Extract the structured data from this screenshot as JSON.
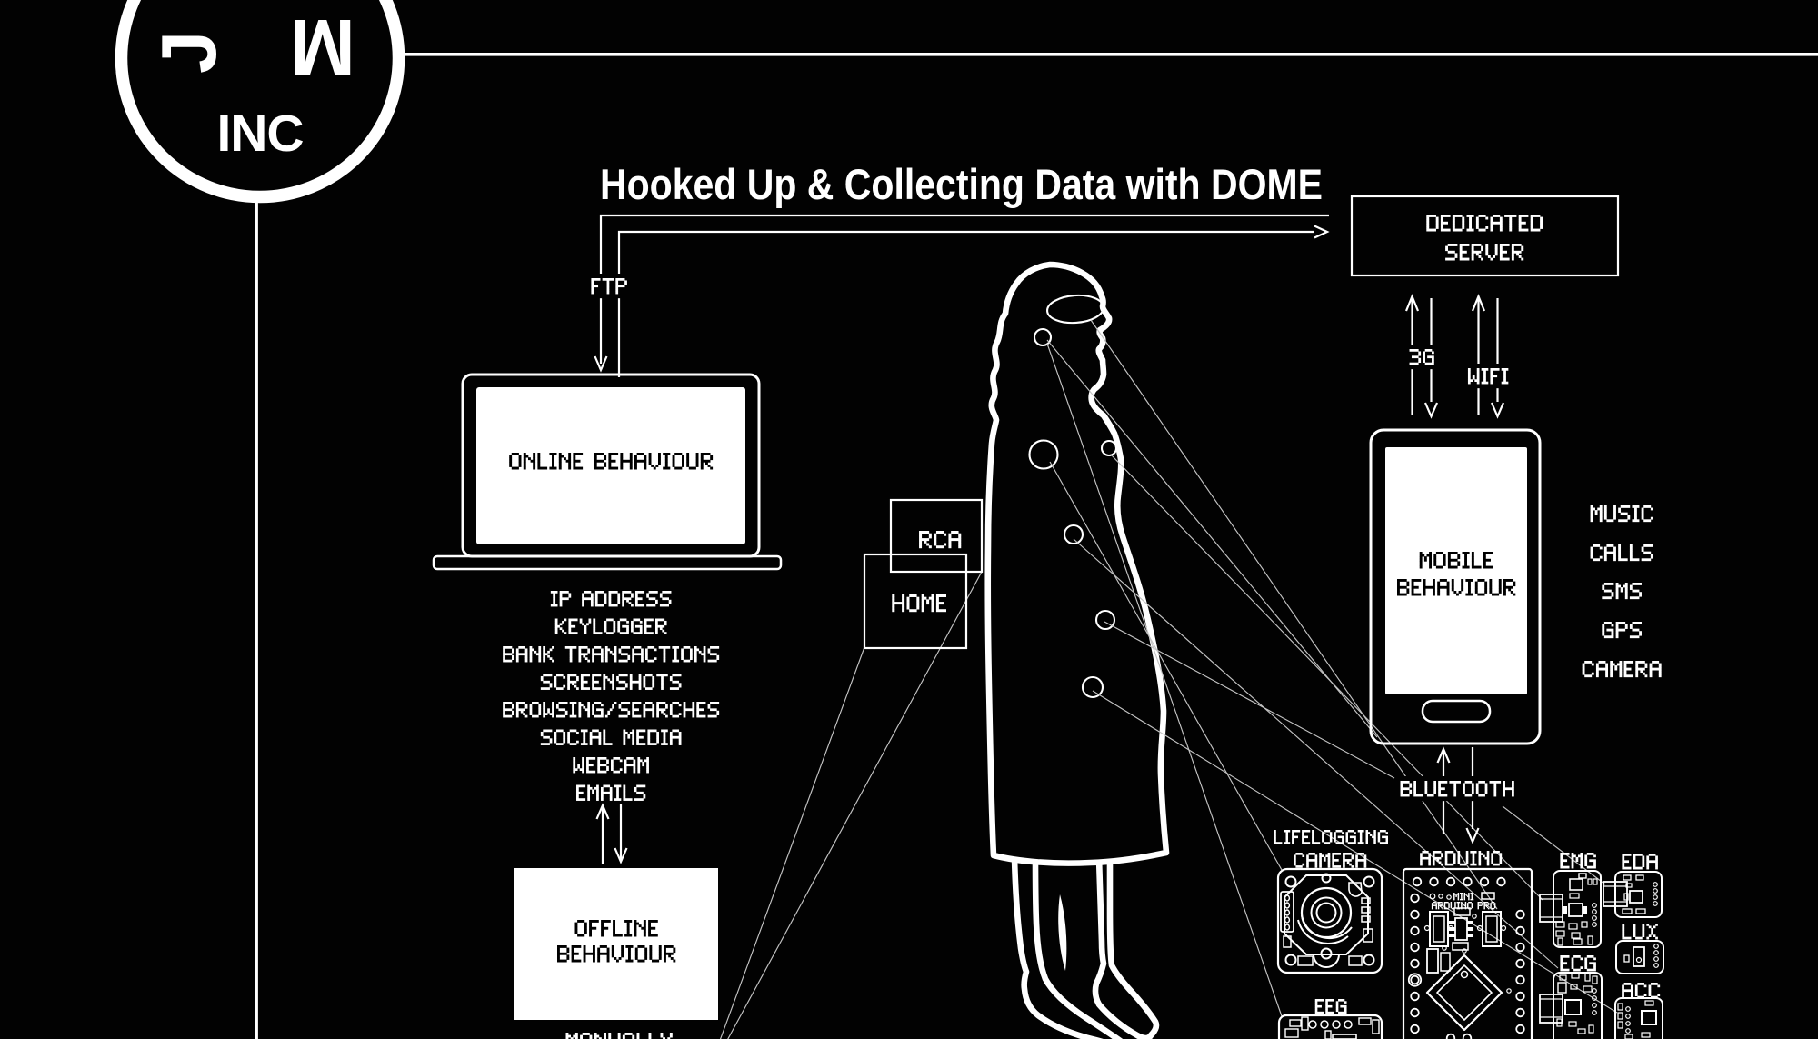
{
  "title": "Hooked Up & Collecting Data with DOME",
  "logo": {
    "letter_rotated": "J",
    "letter_flipped": "M",
    "suffix": "INC"
  },
  "ftp_link": "FTP",
  "laptop": {
    "screen_label": "ONLINE BEHAVIOUR",
    "data_items": [
      "IP ADDRESS",
      "KEYLOGGER",
      "BANK TRANSACTIONS",
      "SCREENSHOTS",
      "BROWSING/SEARCHES",
      "SOCIAL MEDIA",
      "WEBCAM",
      "EMAILS"
    ]
  },
  "offline": {
    "line1": "OFFLINE",
    "line2": "BEHAVIOUR",
    "below": "MANUALLY"
  },
  "locations": {
    "rca": "RCA",
    "home": "HOME"
  },
  "server": {
    "line1": "DEDICATED",
    "line2": "SERVER"
  },
  "links": {
    "cell": "3G",
    "wifi": "WIFI",
    "bluetooth": "BLUETOOTH"
  },
  "phone": {
    "line1": "MOBILE",
    "line2": "BEHAVIOUR",
    "features": [
      "MUSIC",
      "CALLS",
      "SMS",
      "GPS",
      "CAMERA"
    ]
  },
  "devices": {
    "camera1": "LIFELOGGING",
    "camera2": "CAMERA",
    "arduino": "ARDUINO",
    "arduino_board1": "MINI",
    "arduino_board2": "ARDUINO PRO",
    "eeg": "EEG",
    "emg": "EMG",
    "eda": "EDA",
    "lux": "LUX",
    "ecg": "ECG",
    "acc": "ACC"
  },
  "colors": {
    "background": "#020202",
    "ink": "#ffffff",
    "thin_line": "#c9c9c9"
  }
}
